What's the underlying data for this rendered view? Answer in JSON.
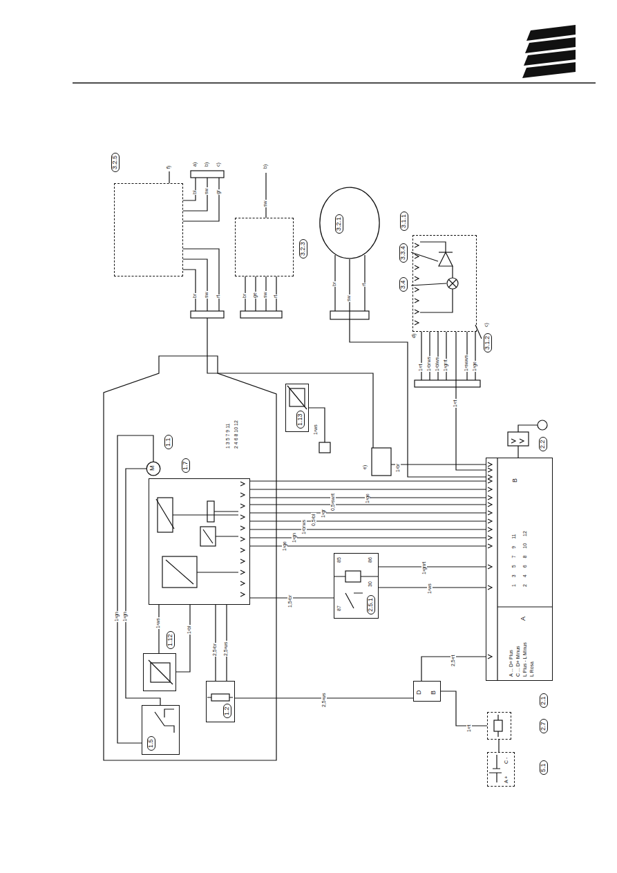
{
  "diagram": {
    "nodes": [
      {
        "text": [
          "3.2.5"
        ]
      },
      {
        "text": [
          "3.2.3"
        ]
      },
      {
        "text": [
          "3.2.1"
        ]
      },
      {
        "text": [
          "3.1.1"
        ]
      },
      {
        "text": [
          "1.13"
        ]
      },
      {
        "text": [
          "1.7"
        ]
      },
      {
        "text": [
          "M",
          "1.1"
        ]
      },
      {
        "text": [
          "1.12"
        ]
      },
      {
        "text": [
          "1.5"
        ]
      },
      {
        "text": [
          "1.2"
        ]
      },
      {
        "text": [
          "2.5.1"
        ]
      },
      {
        "text": [
          "2.2"
        ]
      },
      {
        "text": [
          "2.1",
          "A",
          "B"
        ]
      },
      {
        "text": [
          "D",
          "B"
        ]
      },
      {
        "text": [
          "2.7"
        ]
      },
      {
        "text": [
          "5.1"
        ]
      }
    ],
    "edges": [
      {
        "from": 15,
        "to": 14,
        "arrow": "none"
      },
      {
        "from": 14,
        "to": 13,
        "label": "1²rt",
        "arrow": "none"
      },
      {
        "from": 13,
        "to": 12,
        "label": "2,5²rt",
        "arrow": "none"
      },
      {
        "from": 10,
        "to": 12,
        "label": "1²ws",
        "arrow": "none"
      },
      {
        "from": 5,
        "to": 10,
        "label": "1,5²br",
        "arrow": "none"
      },
      {
        "from": 5,
        "to": 12,
        "label": "1²ge",
        "arrow": "none"
      },
      {
        "from": 3,
        "to": 12,
        "label": "1²rt",
        "arrow": "none"
      },
      {
        "from": 2,
        "to": 12,
        "label": "sw",
        "arrow": "none"
      },
      {
        "from": 9,
        "to": 13,
        "label": "2,5²ws",
        "arrow": "none"
      }
    ],
    "labels": [
      "1 3 5 7 9 11",
      "2 4 6 8 10 12",
      "1²gn",
      "1²gn",
      "1²ws",
      "1²bl",
      "2,5²br",
      "2,5²ws",
      "1²ge",
      "1²gn",
      "1²brws",
      "0,5²bl",
      "1²gr",
      "0,5²swrt",
      "1²gnrt",
      "1²ws",
      "e)",
      "1²br",
      "br",
      "sw",
      "rt",
      "bl",
      "sw",
      "gr",
      "a)",
      "b)",
      "c)",
      "f)",
      "br",
      "ge",
      "sw",
      "rt",
      "sw",
      "b)",
      "br",
      "rt",
      "3.3.4",
      "3.4",
      "3.1.2",
      "c)",
      "d)",
      "1²rt",
      "1²brws",
      "1²blws",
      "1²grrt",
      "1²swws",
      "1²ge",
      "85",
      "86",
      "87",
      "30",
      "1 3 5 7 9 11",
      "2 4 6 8 10 12",
      "A ... D+ Plus",
      "C ... D+ Minus",
      "L Plus - L Minus",
      "L Rosa",
      "C -",
      "A +"
    ]
  }
}
